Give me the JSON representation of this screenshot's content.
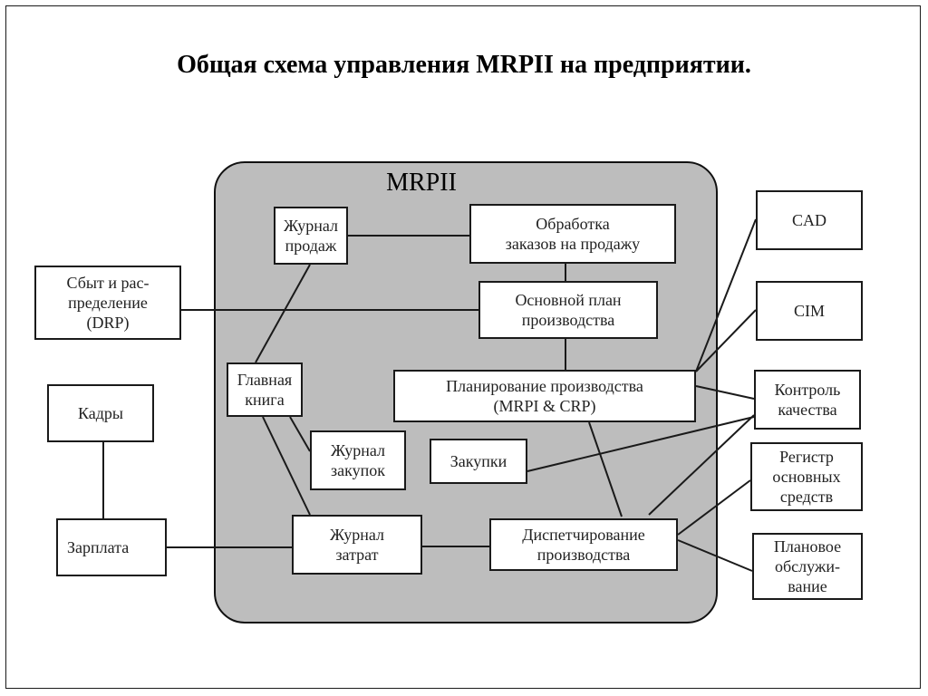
{
  "title": "Общая схема управления MRPII на предприятии.",
  "region_label": "MRPII",
  "boxes": {
    "sales_journal": "Журнал\nпродаж",
    "order_processing": "Обработка\nзаказов на продажу",
    "distribution": "Сбыт и рас-\nпределение\n(DRP)",
    "master_plan": "Основной план\nпроизводства",
    "general_ledger": "Главная\nкнига",
    "production_planning": "Планирование производства\n(MRPI & CRP)",
    "hr": "Кадры",
    "purchase_journal": "Журнал\nзакупок",
    "purchases": "Закупки",
    "payroll": "Зарплата",
    "cost_journal": "Журнал\nзатрат",
    "dispatching": "Диспетчирование\nпроизводства",
    "cad": "CAD",
    "cim": "CIM",
    "quality": "Контроль\nкачества",
    "fixed_assets": "Регистр\nосновных\nсредств",
    "maintenance": "Плановое\nобслужи-\nвание"
  }
}
